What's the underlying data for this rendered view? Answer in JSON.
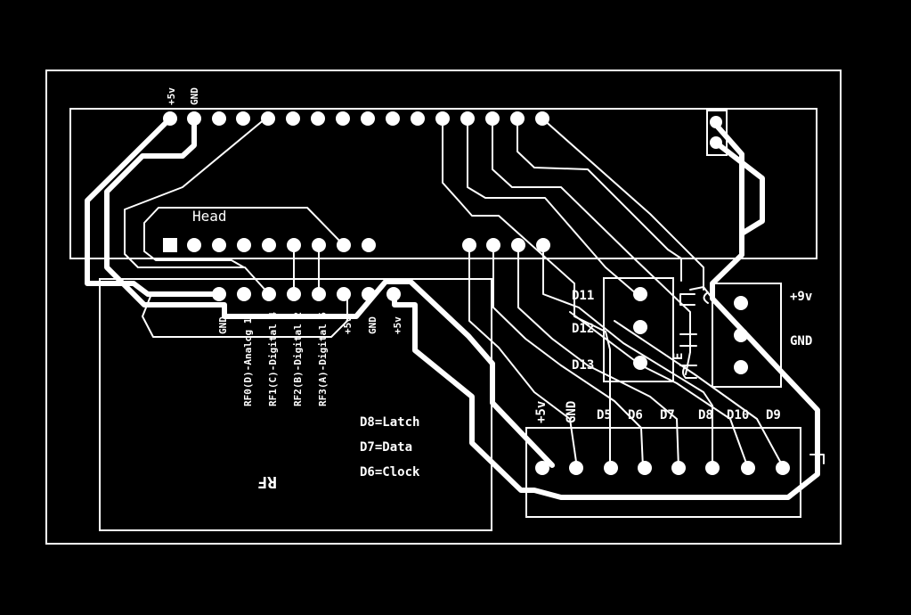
{
  "header_pins": {
    "vcc": "+5v",
    "gnd": "GND"
  },
  "head": {
    "label": "Head"
  },
  "rf_module": {
    "label": "RF",
    "pin_labels": [
      "GND",
      "RF0(D)-Analog 1",
      "RF1(C)-Digital 4",
      "RF2(B)-Digital 2",
      "RF3(A)-Digital 5",
      "+5v",
      "GND",
      "+5v"
    ]
  },
  "notes": [
    "D8=Latch",
    "D7=Data",
    "D6=Clock"
  ],
  "right_connector": {
    "pin_labels": [
      "+5v",
      "GND",
      "D5",
      "D6",
      "D7",
      "D8",
      "D10",
      "D9"
    ]
  },
  "transistor": {
    "pin_labels": [
      "D11",
      "D12",
      "D13"
    ],
    "side_label": "E"
  },
  "power": {
    "vcc": "+9v",
    "gnd": "GND"
  }
}
